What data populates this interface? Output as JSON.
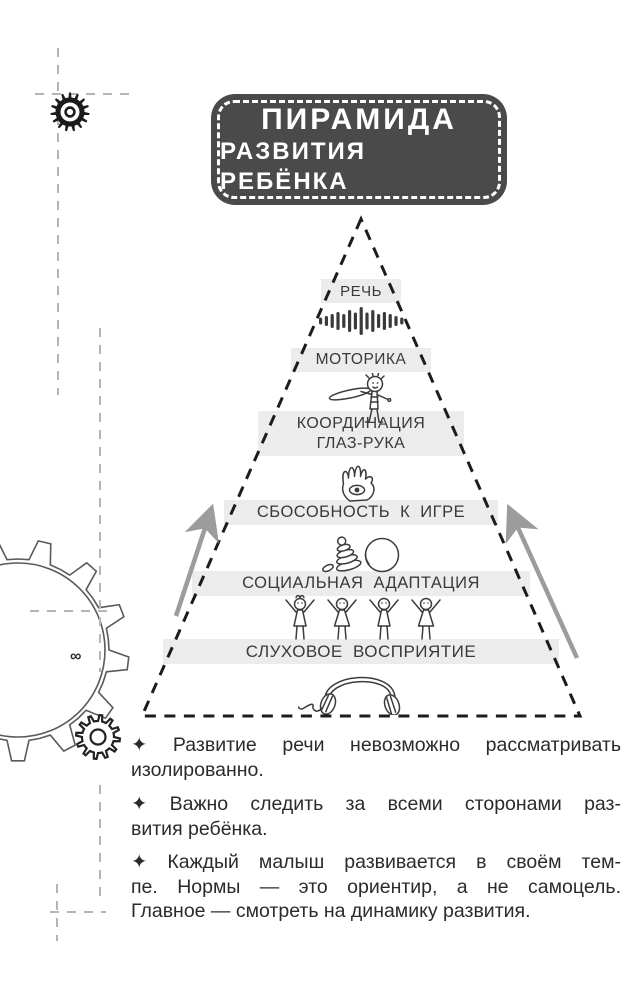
{
  "page": {
    "title_box": {
      "line1": "ПИРАМИДА",
      "line2": "РАЗВИТИЯ РЕБЁНКА",
      "bg_color": "#4a4a4a",
      "border_color": "#ffffff"
    },
    "pyramid": {
      "band_color": "#ececec",
      "outline_color": "#1c1c1c",
      "arrow_color": "#9c9c9c",
      "levels": [
        {
          "label": "РЕЧЬ",
          "icon": "sound-wave-icon"
        },
        {
          "label": "МОТОРИКА",
          "icon": "child-swinging-bat-icon"
        },
        {
          "label_line1": "КООРДИНАЦИЯ",
          "label_line2": "ГЛАЗ-РУКА",
          "icon": "hand-with-eye-icon"
        },
        {
          "label": "СБОСОБНОСТЬ К ИГРЕ",
          "icon": "stacking-toy-and-ball-icon"
        },
        {
          "label": "СОЦИАЛЬНАЯ АДАПТАЦИЯ",
          "icon": "children-dancing-icon"
        },
        {
          "label": "СЛУХОВОЕ ВОСПРИЯТИЕ",
          "icon": "headphones-icon"
        }
      ]
    },
    "bullets": {
      "marker": "✦",
      "items": [
        {
          "lines": [
            "✦ Развитие речи невозможно рассматривать",
            "изолированно."
          ]
        },
        {
          "lines": [
            "✦ Важно следить за всеми сторонами раз-",
            "вития ребёнка."
          ]
        },
        {
          "lines": [
            "✦ Каждый малыш развивается в своём тем-",
            "пе. Нормы — это ориентир, а не самоцель.",
            "Главное — смотреть на динамику развития."
          ]
        }
      ]
    },
    "margin_decor": {
      "infinity_mark": "∞",
      "gears": [
        "small-black-gear-icon",
        "large-outline-gear-icon",
        "small-outline-gear-icon"
      ]
    }
  }
}
